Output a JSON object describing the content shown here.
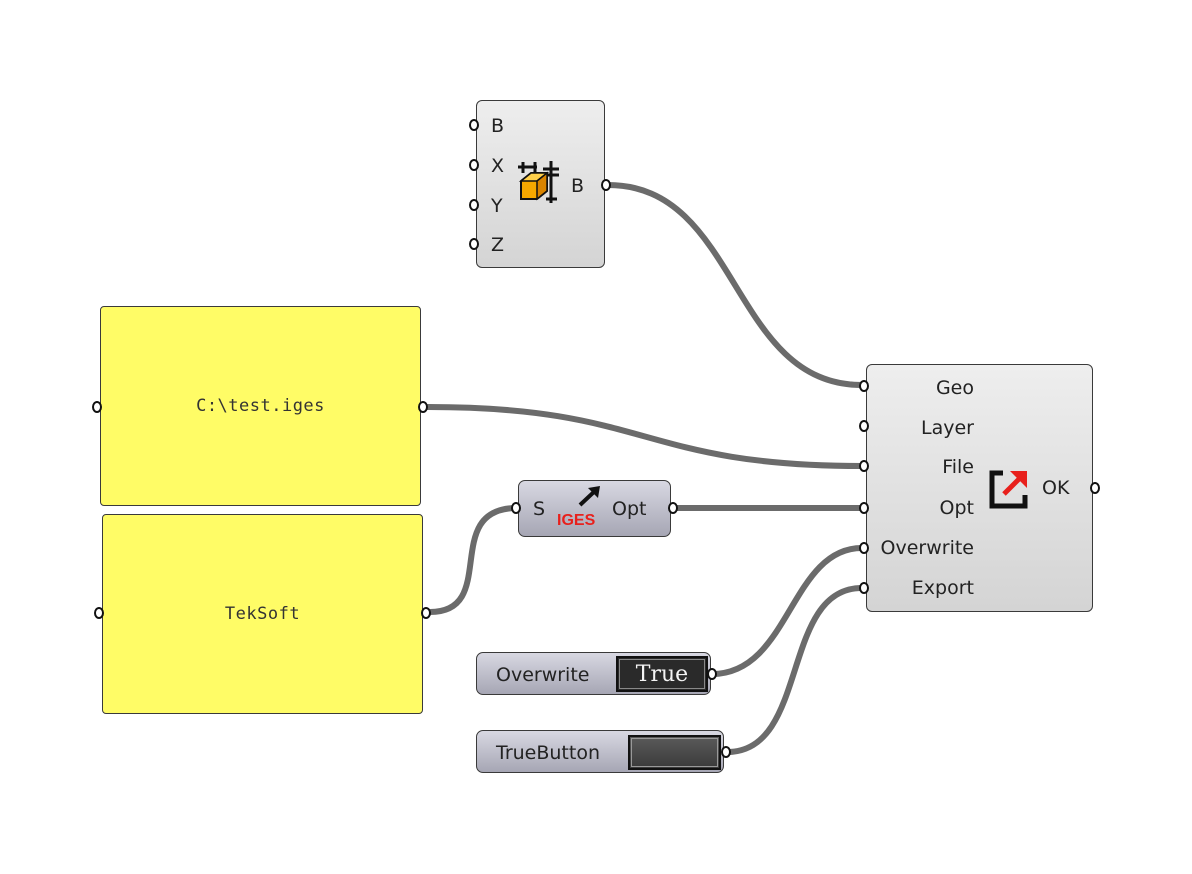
{
  "box_component": {
    "inputs": [
      "B",
      "X",
      "Y",
      "Z"
    ],
    "output": "B",
    "icon": "box-align-icon"
  },
  "file_panel": {
    "text": "C:\\test.iges"
  },
  "author_panel": {
    "text": "TekSoft"
  },
  "iges_component": {
    "input": "S",
    "output": "Opt",
    "icon_text": "IGES",
    "icon": "export-arrow-icon"
  },
  "export_component": {
    "inputs": [
      "Geo",
      "Layer",
      "File",
      "Opt",
      "Overwrite",
      "Export"
    ],
    "output": "OK",
    "icon": "export-icon",
    "accent": "#e8201c"
  },
  "toggle": {
    "label": "Overwrite",
    "value": "True"
  },
  "button": {
    "label": "TrueButton"
  },
  "colors": {
    "panel": "#fffc66",
    "wire": "#6b6b6b",
    "component": "#dcdcdc"
  }
}
